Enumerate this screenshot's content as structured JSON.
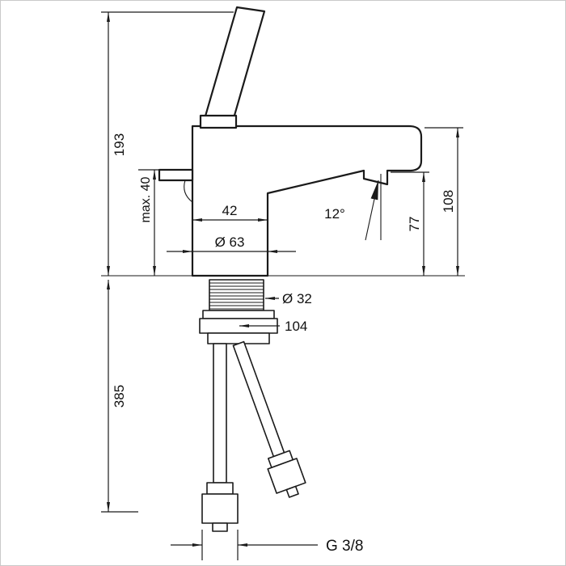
{
  "drawing": {
    "type": "faucet-technical-dimension-drawing",
    "dims": {
      "total_height": "193",
      "max_mounting": "max. 40",
      "body_depth": "42",
      "base_diameter": "Ø 63",
      "spray_angle": "12°",
      "spout_height": "77",
      "outlet_height": "108",
      "shank_diameter": "Ø 32",
      "shank_length": "104",
      "hose_length": "385",
      "thread": "G 3/8"
    },
    "colors": {
      "line": "#1a1a1a",
      "background": "#ffffff",
      "frame": "#c9c9c9"
    }
  }
}
